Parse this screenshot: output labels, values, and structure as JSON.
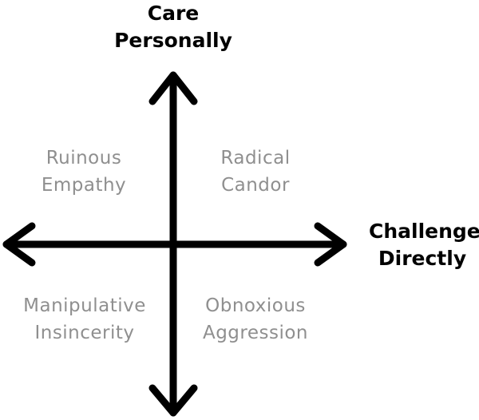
{
  "axes": {
    "vertical": {
      "lines": [
        "Care",
        "Personally"
      ]
    },
    "horizontal": {
      "lines": [
        "Challenge",
        "Directly"
      ]
    }
  },
  "quadrants": {
    "top_left": {
      "lines": [
        "Ruinous",
        "Empathy"
      ]
    },
    "top_right": {
      "lines": [
        "Radical",
        "Candor"
      ]
    },
    "bottom_left": {
      "lines": [
        "Manipulative",
        "Insincerity"
      ]
    },
    "bottom_right": {
      "lines": [
        "Obnoxious",
        "Aggression"
      ]
    }
  },
  "colors": {
    "axis": "#000000",
    "axis_label": "#000000",
    "quadrant_label": "#8f8f8f"
  }
}
